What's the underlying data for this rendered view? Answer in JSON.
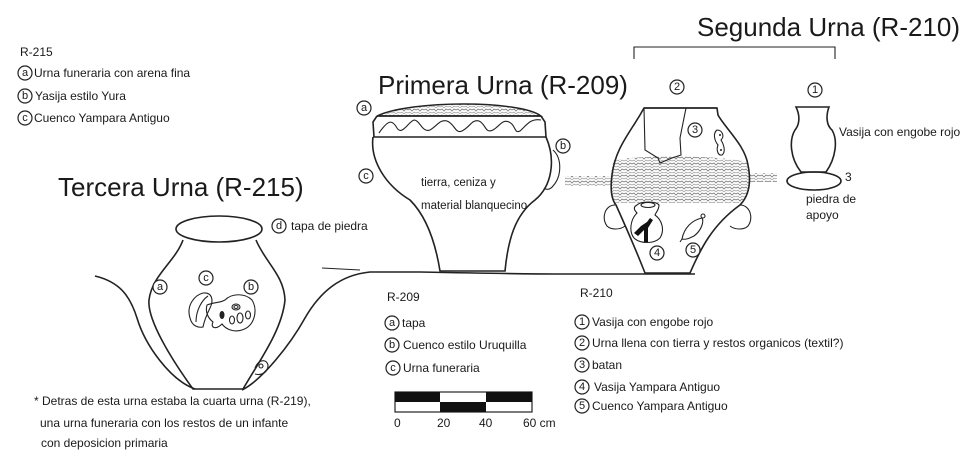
{
  "titles": {
    "primera": "Primera Urna (R-209)",
    "segunda": "Segunda Urna (R-210)",
    "tercera": "Tercera Urna (R-215)"
  },
  "legend_r215": {
    "code": "R-215",
    "items": [
      {
        "key": "a",
        "text": "Urna funeraria con arena fina"
      },
      {
        "key": "b",
        "text": "Yasija estilo Yura"
      },
      {
        "key": "c",
        "text": "Cuenco Yampara Antiguo"
      }
    ]
  },
  "legend_r209": {
    "code": "R-209",
    "items": [
      {
        "key": "a",
        "text": "tapa"
      },
      {
        "key": "b",
        "text": "Cuenco estilo Uruquilla"
      },
      {
        "key": "c",
        "text": "Urna funeraria"
      }
    ]
  },
  "legend_r210": {
    "code": "R-210",
    "items": [
      {
        "key": "1",
        "text": "Vasija con engobe rojo"
      },
      {
        "key": "2",
        "text": "Urna llena con tierra y restos organicos (textil?)"
      },
      {
        "key": "3",
        "text": "batan"
      },
      {
        "key": "4",
        "text": "Vasija Yampara Antiguo"
      },
      {
        "key": "5",
        "text": "Cuenco Yampara Antiguo"
      }
    ]
  },
  "annotations": {
    "primera_contents_1": "tierra, ceniza y",
    "primera_contents_2": "material blanquecino",
    "tapa_piedra": "tapa de piedra",
    "vasija_engobe": "Vasija con engobe rojo",
    "num_3": "3",
    "piedra_apoyo_1": "piedra de",
    "piedra_apoyo_2": "apoyo",
    "markers": {
      "r215_a": "a",
      "r215_b": "b",
      "r215_c": "c",
      "r215_d": "d",
      "r209_a": "a",
      "r209_b": "b",
      "r209_c": "c",
      "r210_1": "1",
      "r210_2": "2",
      "r210_3": "3",
      "r210_4": "4",
      "r210_5": "5"
    }
  },
  "footnote": {
    "line1": "* Detras de esta urna estaba la cuarta urna (R-219),",
    "line2": "una urna funeraria con los restos de un infante",
    "line3": "con deposicion primaria"
  },
  "scale_bar": {
    "ticks": [
      "0",
      "20",
      "40",
      "60 cm"
    ]
  }
}
